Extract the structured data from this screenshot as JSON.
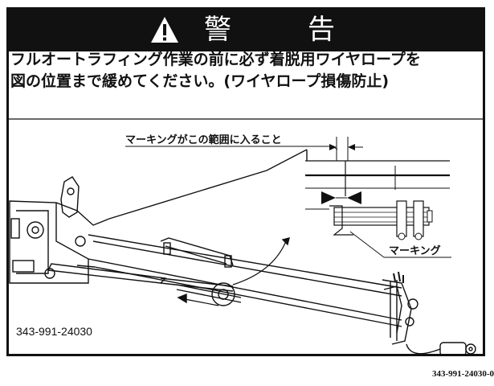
{
  "header": {
    "title_char_1": "警",
    "title_char_2": "告"
  },
  "message": {
    "line1": "フルオートラフィング作業の前に必ず着脱用ワイヤロープを",
    "line2": "図の位置まで緩めてください。(ワイヤロープ損傷防止)"
  },
  "diagram": {
    "range_note": "マーキングがこの範囲に入ること",
    "marking_label": "マーキング"
  },
  "label_part_number": "343-991-24030",
  "outer_code": "343-991-24030-0"
}
